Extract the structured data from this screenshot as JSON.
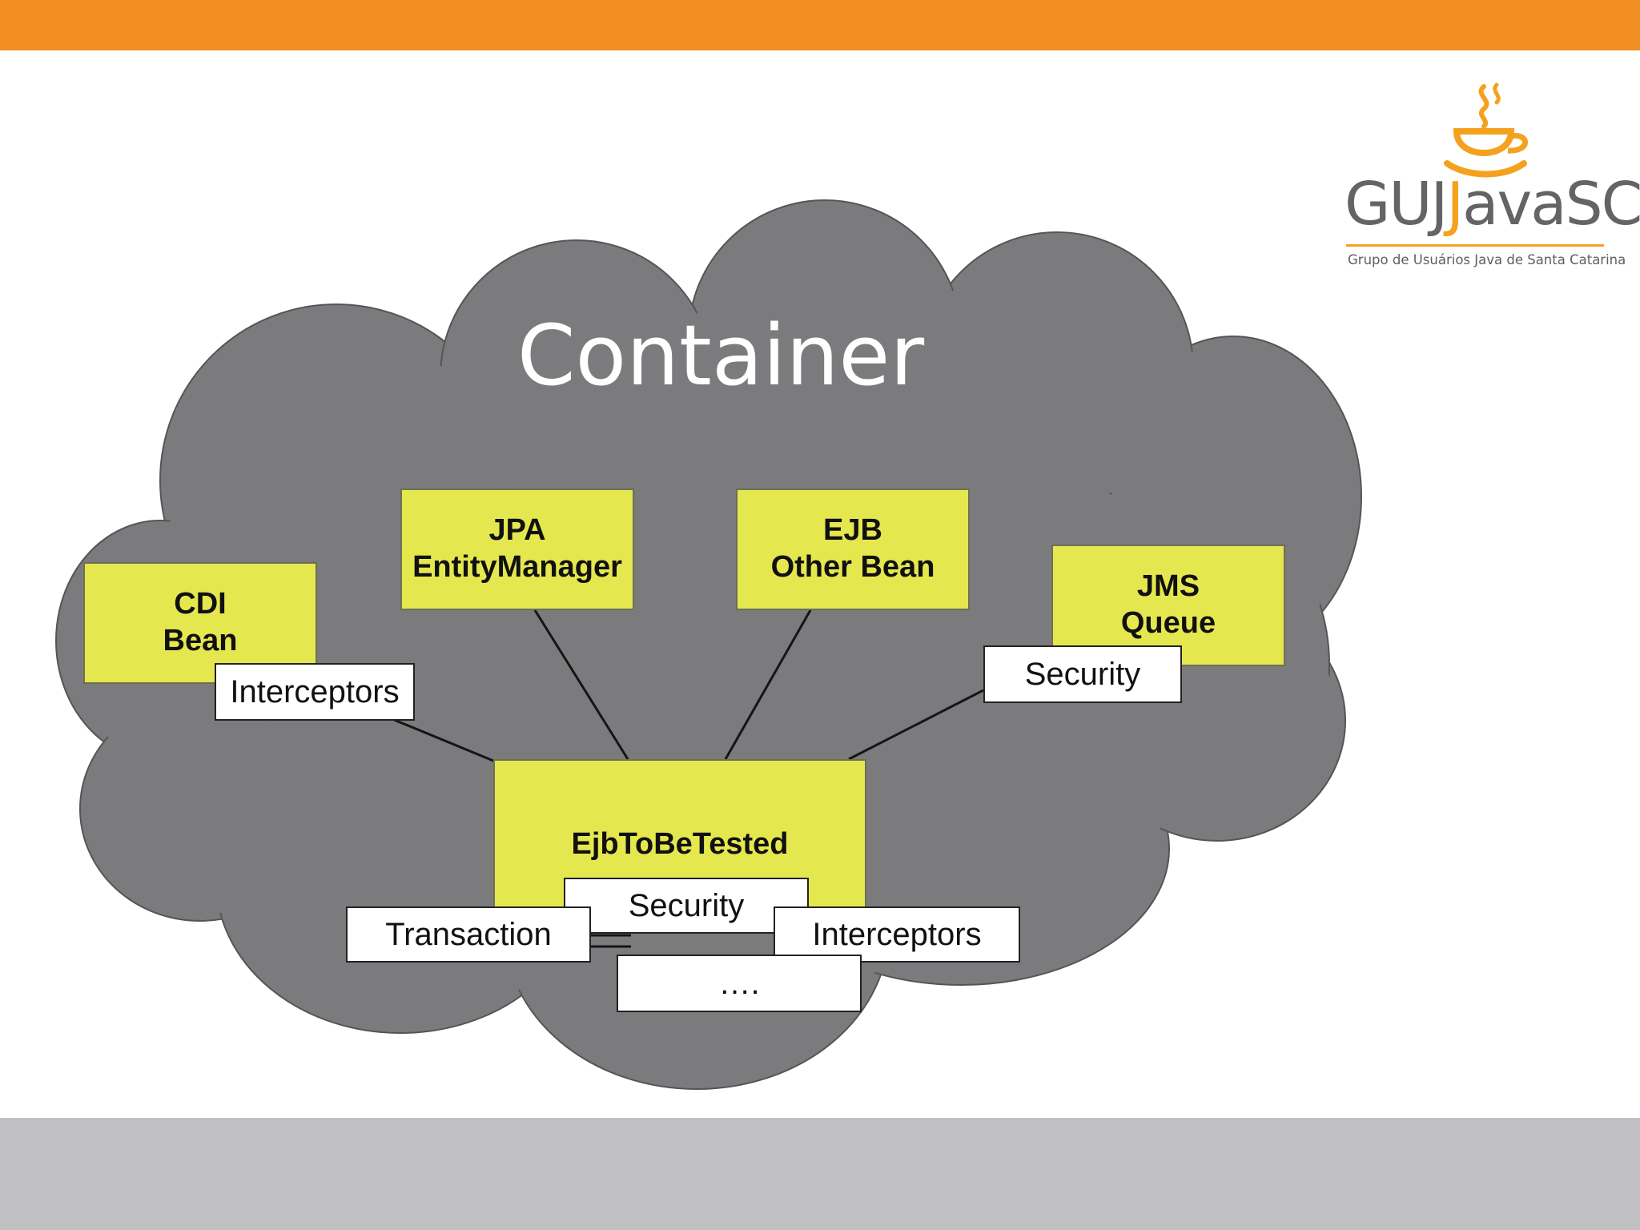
{
  "slide": {
    "header_color": "#f18f23",
    "footer_color": "#c0bfc2"
  },
  "logo": {
    "name_dark": "GUJ",
    "name_accent": "ava",
    "name_dark2": "SC",
    "subtitle": "Grupo de Usuários Java de Santa Catarina",
    "icon": "coffee-cup-icon"
  },
  "diagram": {
    "container_label": "Container",
    "nodes": {
      "cdi": "CDI\nBean",
      "jpa": "JPA\nEntityManager",
      "ejb_other": "EJB\nOther Bean",
      "jms": "JMS\nQueue",
      "ejb_tested": "EjbToBeTested"
    },
    "tags": {
      "cdi_interceptors": "Interceptors",
      "jms_security": "Security",
      "tested_security": "Security",
      "tested_transaction": "Transaction",
      "tested_interceptors": "Interceptors",
      "tested_more": "…."
    },
    "colors": {
      "cloud_fill": "#7b7a7d",
      "node_fill": "#e5e74f"
    }
  }
}
